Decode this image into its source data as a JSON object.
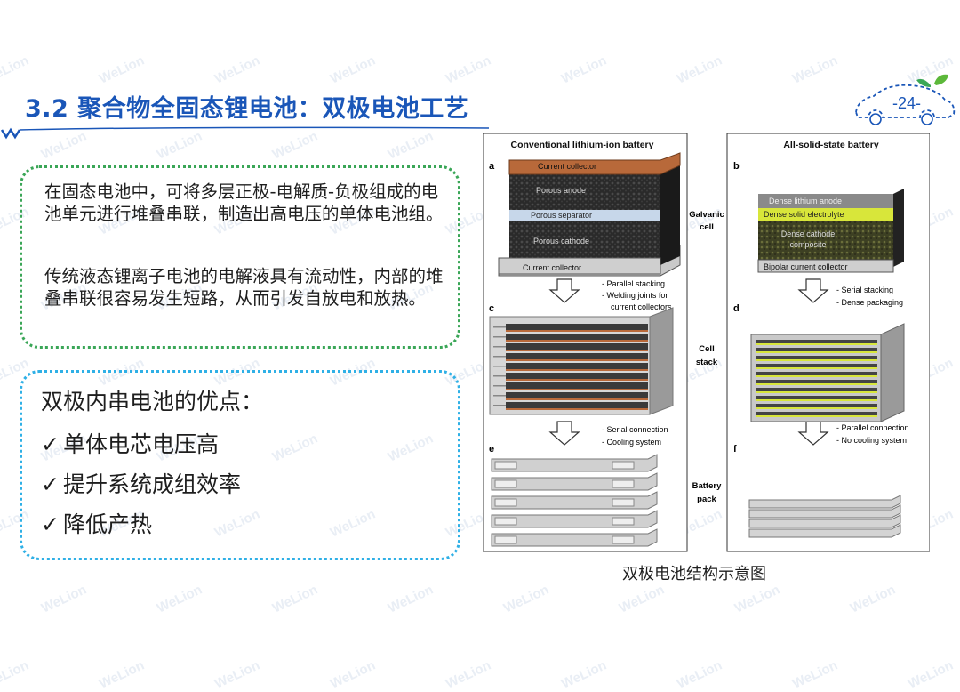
{
  "slide": {
    "title": "3.2 聚合物全固态锂电池：双极电池工艺",
    "page_number": "-24-",
    "watermark": "WeLion"
  },
  "text_box": {
    "paragraph1": "在固态电池中，可将多层正极-电解质-负极组成的电池单元进行堆叠串联，制造出高电压的单体电池组。",
    "paragraph2": "传统液态锂离子电池的电解液具有流动性，内部的堆叠串联很容易发生短路，从而引发自放电和放热。"
  },
  "advantages": {
    "heading": "双极内串电池的优点：",
    "check": "✓",
    "items": [
      "单体电芯电压高",
      "提升系统成组效率",
      "降低产热"
    ]
  },
  "figure": {
    "left_title": "Conventional lithium-ion battery",
    "right_title": "All-solid-state battery",
    "panel_a": "a",
    "panel_b": "b",
    "panel_c": "c",
    "panel_d": "d",
    "panel_e": "e",
    "panel_f": "f",
    "a_current_collector_top": "Current collector",
    "a_porous_anode": "Porous anode",
    "a_porous_separator": "Porous separator",
    "a_porous_cathode": "Porous cathode",
    "a_current_collector_bottom": "Current collector",
    "b_dense_lithium_anode": "Dense lithium anode",
    "b_dense_solid_electrolyte": "Dense solid electrolyte",
    "b_dense_cathode_line1": "Dense cathode",
    "b_dense_cathode_line2": "composite",
    "b_bipolar_collector": "Bipolar current collector",
    "row_galvanic_1": "Galvanic",
    "row_galvanic_2": "cell",
    "row_stack_1": "Cell",
    "row_stack_2": "stack",
    "row_pack_1": "Battery",
    "row_pack_2": "pack",
    "ac_note1": "Parallel stacking",
    "ac_note2": "Welding joints for",
    "ac_note3": "current collectors",
    "bd_note1": "Serial stacking",
    "bd_note2": "Dense packaging",
    "ce_note1": "Serial connection",
    "ce_note2": "Cooling system",
    "df_note1": "Parallel connection",
    "df_note2": "No cooling system",
    "caption": "双极电池结构示意图"
  },
  "colors": {
    "title_blue": "#1a56b8",
    "green_border": "#3aa657",
    "blue_border": "#2fb0e6",
    "copper": "#b8693a",
    "electrolyte_yellow": "#d8e63a"
  }
}
